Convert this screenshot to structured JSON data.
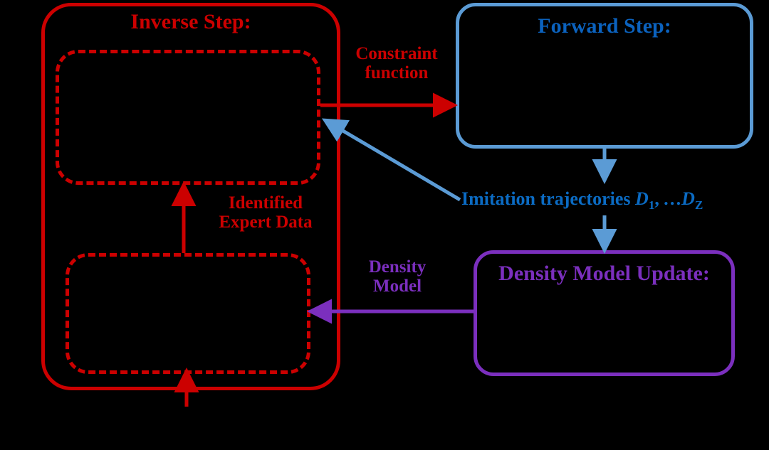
{
  "diagram": {
    "title": "Inverse / Forward step density model loop",
    "background_color": "#000000",
    "colors": {
      "red": "#CC0000",
      "blue_border": "#5B9BD5",
      "blue_text": "#0B6BC3",
      "purple": "#7B2FBE"
    }
  },
  "nodes": {
    "inverse_step": {
      "label": "Inverse Step:",
      "color": "#CC0000"
    },
    "forward_step": {
      "label": "Forward Step:",
      "color": "#0B62BE"
    },
    "density_model_update": {
      "label": "Density Model Update:",
      "color": "#7B2FBE"
    }
  },
  "edges": {
    "constraint_function": {
      "line1": "Constraint",
      "line2": "function",
      "color": "#CC0000"
    },
    "identified_expert_data": {
      "line1": "Identified",
      "line2": "Expert Data",
      "color": "#CC0000"
    },
    "density_model": {
      "line1": "Density",
      "line2": "Model",
      "color": "#7B2FBE"
    },
    "imitation_trajectories": {
      "text": "Imitation trajectories",
      "symbol_1": "D",
      "symbol_1_sub": "1",
      "ellipsis": ", …",
      "symbol_2": "D",
      "symbol_2_sub": "Z",
      "color": "#0B6BC3"
    }
  }
}
